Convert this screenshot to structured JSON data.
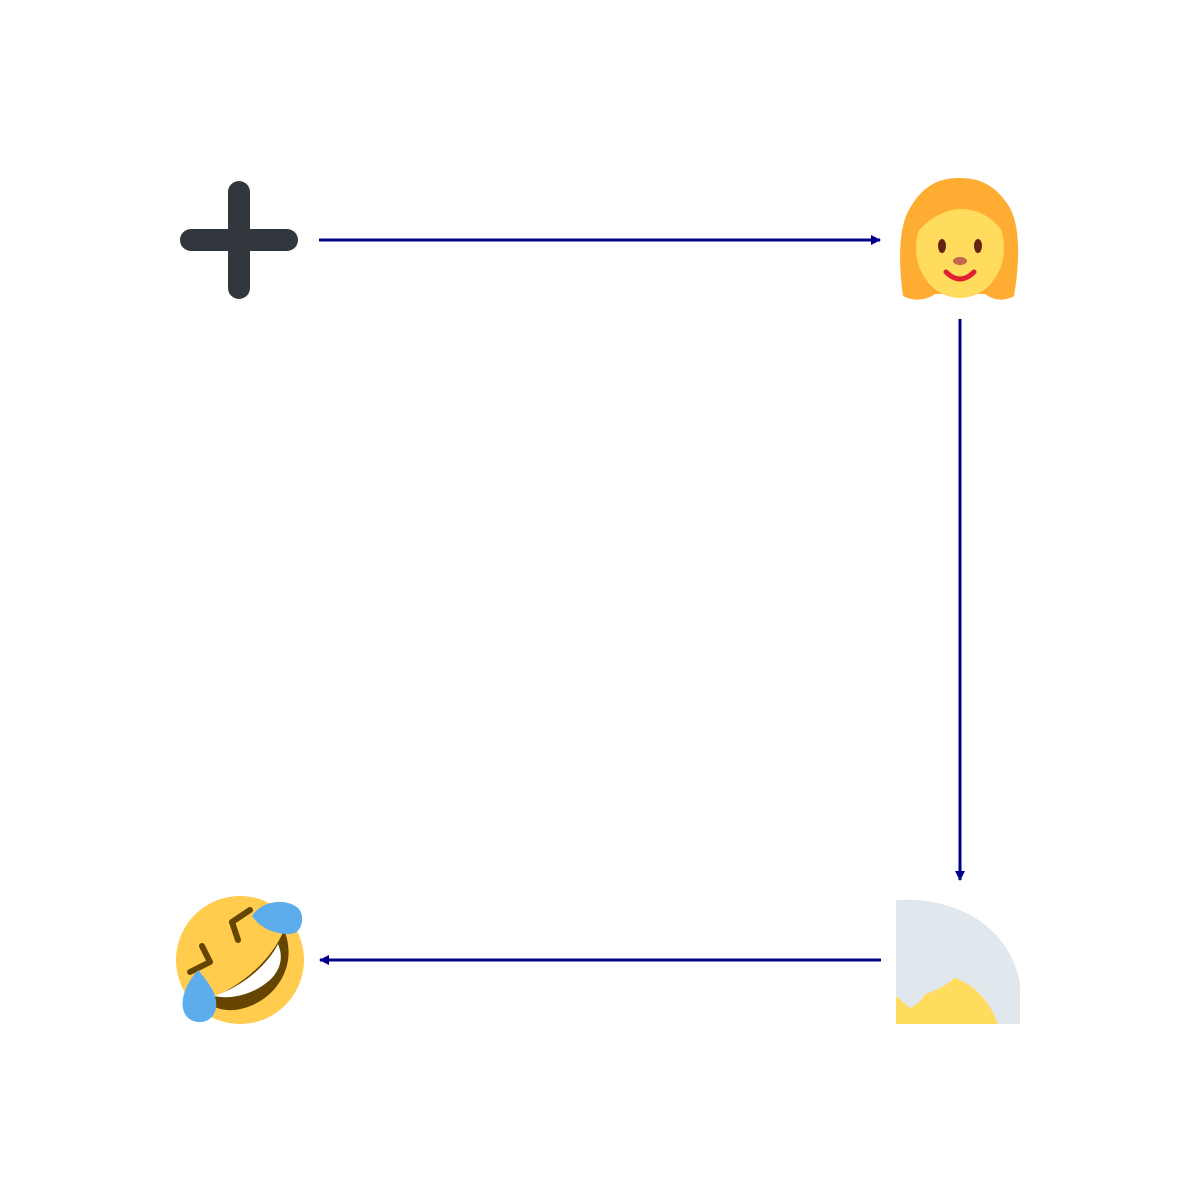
{
  "diagram": {
    "background": "#ffffff",
    "arrow_color": "#00008b",
    "nodes": [
      {
        "id": "plus",
        "icon": "heavy-plus-sign-icon",
        "color": "#31373d"
      },
      {
        "id": "woman",
        "icon": "woman-icon",
        "hair_color": "#ffac33",
        "skin_color": "#ffdc5d"
      },
      {
        "id": "white-haired",
        "icon": "white-haired-person-icon",
        "hair_color": "#e1e8ed",
        "skin_color": "#ffdc5d"
      },
      {
        "id": "rofl",
        "icon": "rolling-on-the-floor-laughing-icon",
        "face_color": "#ffcc4d",
        "tear_color": "#5dadec"
      }
    ],
    "edges": [
      {
        "from": "plus",
        "to": "woman"
      },
      {
        "from": "woman",
        "to": "white-haired"
      },
      {
        "from": "white-haired",
        "to": "rofl"
      }
    ]
  }
}
